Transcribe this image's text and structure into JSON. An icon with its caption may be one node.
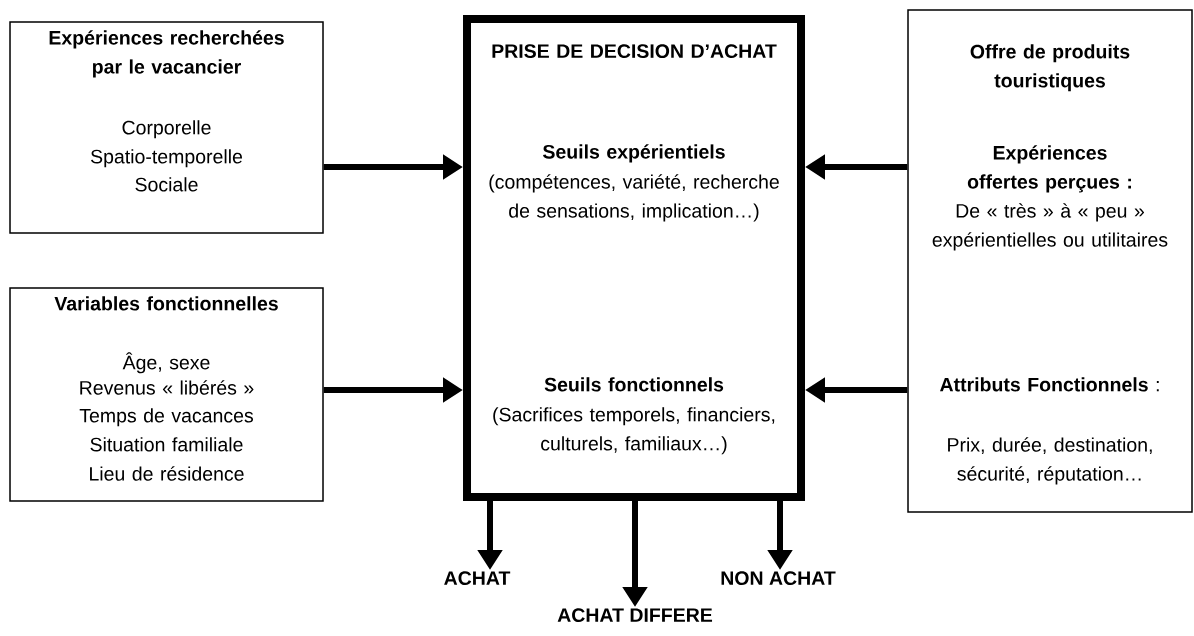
{
  "diagram": {
    "nodes": [
      {
        "text": [
          "Expériences recherchées par le vacancier",
          "Corporelle",
          "Spatio-temporelle",
          "Sociale"
        ]
      },
      {
        "text": [
          "Variables fonctionnelles",
          "Âge, sexe",
          "Revenus « libérés »",
          "Temps de vacances",
          "Situation familiale",
          "Lieu de résidence"
        ]
      },
      {
        "text": [
          "PRISE DE DECISION D’ACHAT",
          "Seuils expérientiels",
          "(compétences, variété, recherche de sensations, implication…)",
          "Seuils fonctionnels",
          "(Sacrifices temporels, financiers, culturels, familiaux…)"
        ]
      },
      {
        "text": [
          "Offre de produits touristiques",
          "Expériences offertes perçues :",
          "De « très » à « peu » expérientielles ou utilitaires",
          "**Attributs Fonctionnels** :",
          "Prix, durée, destination, sécurité, réputation…"
        ]
      },
      {
        "text": [
          "ACHAT"
        ]
      },
      {
        "text": [
          "ACHAT DIFFERE"
        ]
      },
      {
        "text": [
          "NON ACHAT"
        ]
      }
    ],
    "edges": [
      {
        "from": 0,
        "to": 2,
        "arrow": "to"
      },
      {
        "from": 1,
        "to": 2,
        "arrow": "to"
      },
      {
        "from": 3,
        "to": 2,
        "arrow": "to"
      },
      {
        "from": 3,
        "to": 2,
        "arrow": "to"
      },
      {
        "from": 2,
        "to": 4,
        "arrow": "to"
      },
      {
        "from": 2,
        "to": 5,
        "arrow": "to"
      },
      {
        "from": 2,
        "to": 6,
        "arrow": "to"
      }
    ]
  }
}
